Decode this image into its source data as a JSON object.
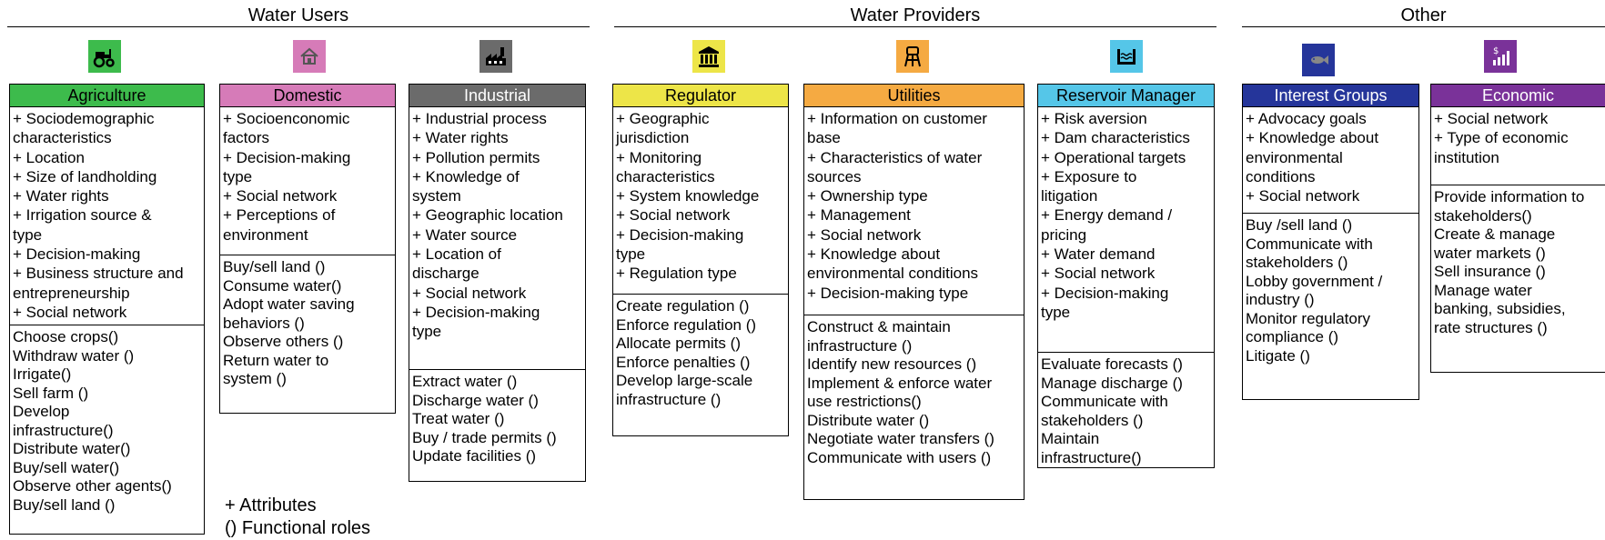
{
  "groups": {
    "water_users": "Water Users",
    "water_providers": "Water Providers",
    "other": "Other"
  },
  "agents": {
    "agriculture": {
      "title": "Agriculture",
      "color": "#3dbb4c",
      "icon": "tractor-icon",
      "attributes": [
        "+ Sociodemographic",
        "characteristics",
        "+ Location",
        "+ Size of landholding",
        "+ Water rights",
        "+ Irrigation source &",
        "type",
        "+ Decision-making",
        "+ Business structure and",
        "entrepreneurship",
        "+ Social network"
      ],
      "roles": [
        "Choose crops()",
        "Withdraw water ()",
        "Irrigate()",
        "Sell farm ()",
        "Develop",
        "infrastructure()",
        "Distribute water()",
        "Buy/sell water()",
        "Observe other agents()",
        "Buy/sell land ()"
      ]
    },
    "domestic": {
      "title": "Domestic",
      "color": "#d67bb8",
      "icon": "house-icon",
      "attributes": [
        "+ Socioenconomic",
        "factors",
        "+ Decision-making",
        "type",
        "+ Social network",
        "+ Perceptions of",
        "environment"
      ],
      "roles": [
        "Buy/sell land ()",
        "Consume water()",
        "Adopt water saving",
        "behaviors ()",
        "Observe others ()",
        "Return water to",
        "system ()"
      ]
    },
    "industrial": {
      "title": "Industrial",
      "color": "#6b6b6b",
      "icon": "factory-icon",
      "attributes": [
        "+ Industrial process",
        "+ Water rights",
        "+ Pollution permits",
        "+ Knowledge of",
        "system",
        "+ Geographic location",
        "+ Water source",
        "+ Location of",
        "discharge",
        "+ Social network",
        "+ Decision-making",
        "type"
      ],
      "roles": [
        "Extract water ()",
        "Discharge water ()",
        "Treat water ()",
        "Buy / trade permits ()",
        "Update facilities ()"
      ]
    },
    "regulator": {
      "title": "Regulator",
      "color": "#ede548",
      "icon": "government-building-icon",
      "attributes": [
        "+ Geographic",
        "jurisdiction",
        "+ Monitoring",
        "characteristics",
        "+ System knowledge",
        "+ Social network",
        "+ Decision-making",
        "type",
        "+ Regulation type"
      ],
      "roles": [
        "Create regulation ()",
        "Enforce regulation ()",
        "Allocate permits ()",
        "Enforce penalties ()",
        "Develop large-scale",
        "infrastructure ()"
      ]
    },
    "utilities": {
      "title": "Utilities",
      "color": "#f5aa42",
      "icon": "water-tower-icon",
      "attributes": [
        "+ Information on customer",
        "base",
        "+ Characteristics of water",
        "sources",
        "+ Ownership type",
        "+ Management",
        "+ Social network",
        "+ Knowledge about",
        "environmental conditions",
        "+ Decision-making type"
      ],
      "roles": [
        "Construct & maintain",
        "infrastructure ()",
        "Identify new resources ()",
        "Implement & enforce water",
        "use restrictions()",
        "Distribute water ()",
        "Negotiate water transfers ()",
        "Communicate with users ()"
      ]
    },
    "reservoir": {
      "title": "Reservoir Manager",
      "color": "#55c6e8",
      "icon": "dam-icon",
      "attributes": [
        "+ Risk aversion",
        "+ Dam characteristics",
        "+ Operational targets",
        "+ Exposure to",
        "litigation",
        "+ Energy demand /",
        "pricing",
        "+ Water demand",
        "+ Social network",
        "+ Decision-making",
        "type"
      ],
      "roles": [
        "Evaluate forecasts ()",
        "Manage discharge ()",
        "Communicate with",
        "stakeholders ()",
        "Maintain",
        "infrastructure()"
      ]
    },
    "interest": {
      "title": "Interest Groups",
      "color": "#25359a",
      "icon": "fish-icon",
      "attributes": [
        "+ Advocacy goals",
        "+ Knowledge about",
        "environmental",
        "conditions",
        "+ Social network"
      ],
      "roles": [
        "Buy /sell land ()",
        "Communicate with",
        "stakeholders ()",
        "Lobby government /",
        "industry ()",
        "Monitor regulatory",
        "compliance ()",
        "Litigate ()"
      ]
    },
    "economic": {
      "title": "Economic",
      "color": "#7a3299",
      "icon": "dollar-chart-icon",
      "attributes": [
        "+ Social network",
        "+ Type of economic",
        "institution"
      ],
      "roles": [
        "Provide information to",
        "stakeholders()",
        "Create & manage",
        "water markets ()",
        "Sell insurance ()",
        "Manage water",
        "banking, subsidies,",
        "rate structures ()"
      ]
    }
  },
  "legend": {
    "attributes": "+ Attributes",
    "roles": "() Functional roles"
  }
}
